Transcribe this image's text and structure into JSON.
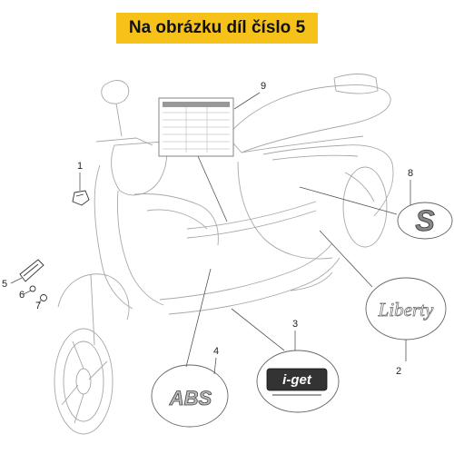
{
  "banner": {
    "title": "Na obrázku díl číslo 5"
  },
  "callouts": {
    "n1": "1",
    "n2": "2",
    "n3": "3",
    "n4": "4",
    "n5": "5",
    "n6": "6",
    "n7": "7",
    "n8": "8",
    "n9": "9"
  },
  "decals": {
    "liberty": "Liberty",
    "abs": "ABS",
    "s": "S",
    "iget": "i-get"
  },
  "colors": {
    "banner_bg": "#f6c21a",
    "line": "#555555",
    "sketch": "#9a9a9a"
  }
}
